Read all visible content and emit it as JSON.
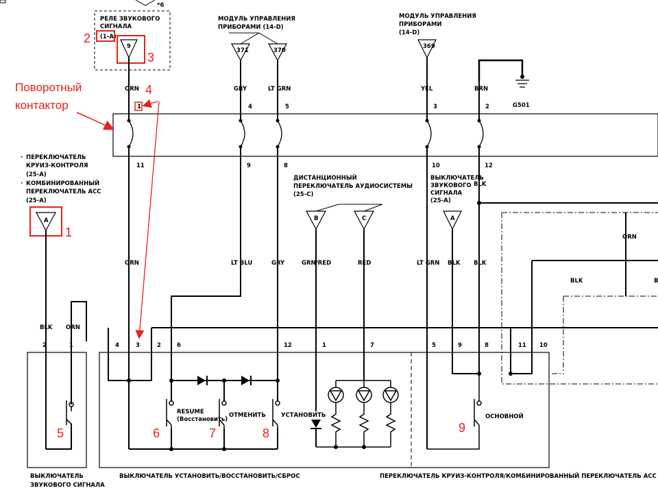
{
  "relay": {
    "title1": "РЕЛЕ ЗВУКОВОГО",
    "title2": "СИГНАЛА",
    "ref": "(1-A)",
    "pin": "9",
    "note": "*6"
  },
  "gauge1": {
    "title1": "МОДУЛЬ УПРАВЛЕНИЯ",
    "title2": "ПРИБОРАМИ (14-D)",
    "pinA": "371",
    "pinB": "370"
  },
  "gauge2": {
    "title1": "МОДУЛЬ УПРАВЛЕНИЯ",
    "title2": "ПРИБОРАМИ",
    "ref": "(14-D)",
    "pin": "369"
  },
  "ground": {
    "label": "G501"
  },
  "clockspring": {
    "label1": "Поворотный",
    "label2": "контактор",
    "top_pins": [
      "1",
      "4",
      "5",
      "3",
      "2"
    ],
    "bottom_pins": [
      "11",
      "9",
      "8",
      "10",
      "12"
    ]
  },
  "wires_top": {
    "orn": "ORN",
    "gry": "GRY",
    "ltgrn": "LT GRN",
    "yel": "YEL",
    "brn": "BRN"
  },
  "cruise": {
    "l1": "ПЕРЕКЛЮЧАТЕЛЬ",
    "l2": "КРУИЗ-КОНТРОЛЯ",
    "l3": "(25-A)",
    "l4": "КОМБИНИРОВАННЫЙ",
    "l5": "ПЕРЕКЛЮЧАТЕЛЬ ACC",
    "l6": "(25-A)",
    "pin": "A"
  },
  "audio": {
    "l1": "ДИСТАНЦИОННЫЙ",
    "l2": "ПЕРЕКЛЮЧАТЕЛЬ АУДИОСИСТЕМЫ",
    "l3": "(25-C)",
    "pinB": "B",
    "pinC": "C"
  },
  "hornsw_top": {
    "l1": "ВЫКЛЮЧАТЕЛЬ",
    "l2": "ЗВУКОВОГО",
    "l3": "СИГНАЛА",
    "l4": "(25-A)",
    "pin": "A",
    "blk": "BLK"
  },
  "wires_mid": {
    "orn": "ORN",
    "ltblu": "LT BLU",
    "gry": "GRY",
    "grnred": "GRN/RED",
    "red": "RED",
    "ltgrn": "LT GRN",
    "blk1": "BLK",
    "blk2": "BLK",
    "orn_r": "ORN",
    "blk_r": "BLK",
    "b_r": "B"
  },
  "left_wires": {
    "blk": "BLK",
    "orn": "ORN"
  },
  "bottom_pins": [
    "2",
    "1",
    "4",
    "3",
    "2",
    "6",
    "12",
    "1",
    "7",
    "5",
    "9",
    "8",
    "11",
    "10"
  ],
  "switches": {
    "resume1": "RESUME",
    "resume2": "(Восстановить)",
    "cancel": "ОТМЕНИТЬ",
    "set": "УСТАНОВИТЬ",
    "main": "ОСНОВНОЙ"
  },
  "footer": {
    "horn1": "ВЫКЛЮЧАТЕЛЬ",
    "horn2": "ЗВУКОВОГО СИГНАЛА",
    "setres": "ВЫКЛЮЧАТЕЛЬ УСТАНОВИТЬ/ВОССТАНОВИТЬ/СБРОС",
    "cruise": "ПЕРЕКЛЮЧАТЕЛЬ КРУИЗ-КОНТРОЛЯ/КОМБИНИРОВАННЫЙ ПЕРЕКЛЮЧАТЕЛЬ ACC"
  },
  "annotations": [
    "1",
    "2",
    "3",
    "4",
    "5",
    "6",
    "7",
    "8",
    "9"
  ],
  "colors": {
    "wire": "#000000",
    "annotation": "#e8201a"
  }
}
